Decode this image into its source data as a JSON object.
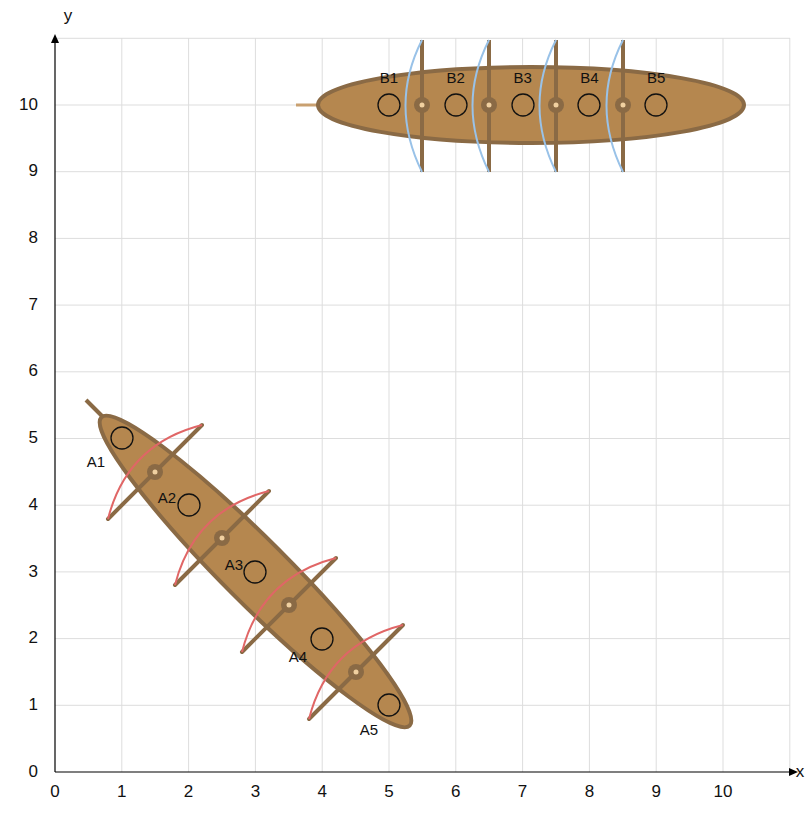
{
  "diagram": {
    "labels": [
      "y",
      "x",
      "0",
      "1",
      "2",
      "3",
      "4",
      "5",
      "6",
      "7",
      "8",
      "9",
      "10",
      "0",
      "1",
      "2",
      "3",
      "4",
      "5",
      "6",
      "7",
      "8",
      "9",
      "10",
      "A1",
      "A2",
      "A3",
      "A4",
      "A5",
      "B1",
      "B2",
      "B3",
      "B4",
      "B5"
    ]
  }
}
